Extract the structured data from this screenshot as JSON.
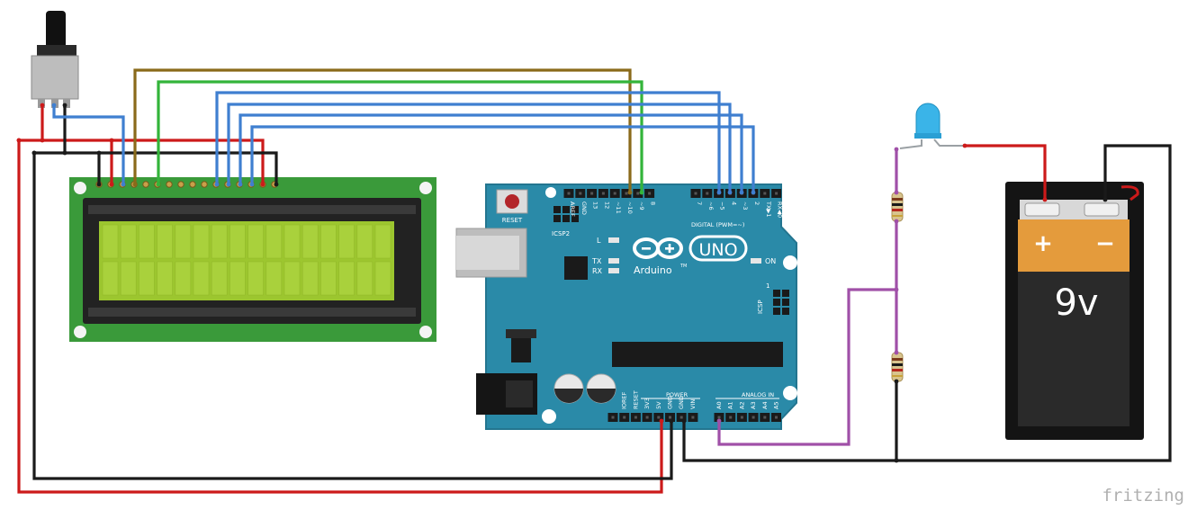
{
  "arduino": {
    "brand": "Arduino",
    "trademark": "TM",
    "model": "UNO",
    "reset_label": "RESET",
    "icsp2_label": "ICSP2",
    "icsp_label": "ICSP",
    "icsp_pin1": "1",
    "led_l": "L",
    "led_tx": "TX",
    "led_rx": "RX",
    "led_on": "ON",
    "digital_label": "DIGITAL (PWM=~)",
    "top_pins": [
      "AREF",
      "GND",
      "13",
      "12",
      "~11",
      "~10",
      "~9",
      "8",
      "7",
      "~6",
      "~5",
      "4",
      "~3",
      "2",
      "TX▶1",
      "RX◀0"
    ],
    "power_label": "POWER",
    "power_pins": [
      "IOREF",
      "RESET",
      "3V3",
      "5V",
      "GND",
      "GND",
      "VIN"
    ],
    "analog_label": "ANALOG IN",
    "analog_pins": [
      "A0",
      "A1",
      "A2",
      "A3",
      "A4",
      "A5"
    ]
  },
  "battery": {
    "plus": "+",
    "minus": "−",
    "voltage": "9v"
  },
  "watermark": "fritzing",
  "colors": {
    "board": "#2a8aa8",
    "board_dark": "#1f6f88",
    "lcd_pcb": "#3a9a3a",
    "lcd_screen": "#9cc62f",
    "wire_red": "#cc1a1a",
    "wire_black": "#1a1a1a",
    "wire_blue": "#3f7fd0",
    "wire_green": "#33b43a",
    "wire_brown": "#8a6a1a",
    "wire_purple": "#a050a8"
  }
}
